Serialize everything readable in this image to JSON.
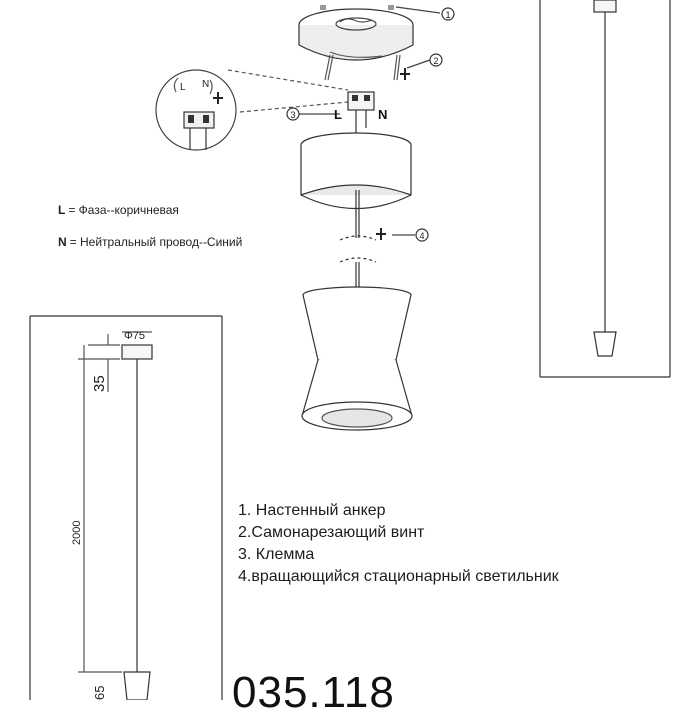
{
  "callouts": [
    "1",
    "2",
    "3",
    "4"
  ],
  "terminal": {
    "l": "L",
    "n": "N"
  },
  "detail": {
    "l": "L",
    "n": "N"
  },
  "legend": {
    "l_key": "L",
    "l_text": "= Фаза--коричневая",
    "n_key": "N",
    "n_text": "= Нейтральный провод--Синий"
  },
  "dimensions": {
    "diameter": "Φ75",
    "canopy_height": "35",
    "cable_length": "2000",
    "shade_height": "65"
  },
  "parts": [
    "1. Настенный анкер",
    "2.Самонарезающий винт",
    "3. Клемма",
    "4.вращающийся стационарный светильник"
  ],
  "model_number": "035.118"
}
